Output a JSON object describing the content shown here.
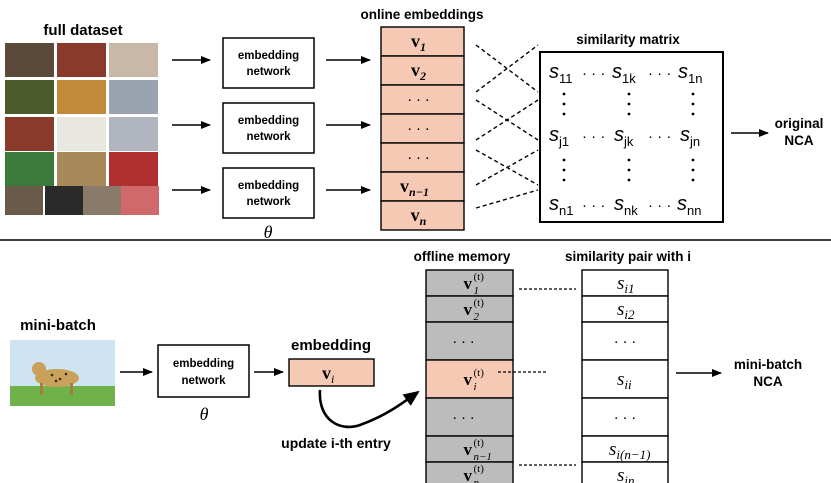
{
  "colors": {
    "embedding_fill": "#f5c9b3",
    "memory_fill": "#bcbcbc",
    "highlight_fill": "#f5c9b3",
    "stroke": "#000000"
  },
  "top": {
    "dataset_label": "full dataset",
    "network_label_line1": "embedding",
    "network_label_line2": "network",
    "theta": "θ",
    "online_title": "online embeddings",
    "online_rows": [
      "v",
      "v",
      "· · ·",
      "· · ·",
      "· · ·",
      "v",
      "v"
    ],
    "online_subs": [
      "1",
      "2",
      "",
      "",
      "",
      "n−1",
      "n"
    ],
    "similarity_title": "similarity matrix",
    "matrix": {
      "r1": [
        "s",
        "11",
        "· · ·",
        "s",
        "1k",
        "· · ·",
        "s",
        "1n"
      ],
      "r2": [
        "s",
        "j1",
        "· · ·",
        "s",
        "jk",
        "· · ·",
        "s",
        "jn"
      ],
      "r3": [
        "s",
        "n1",
        "· · ·",
        "s",
        "nk",
        "· · ·",
        "s",
        "nn"
      ]
    },
    "output_line1": "original",
    "output_line2": "NCA"
  },
  "bottom": {
    "minibatch_label": "mini-batch",
    "network_label_line1": "embedding",
    "network_label_line2": "network",
    "theta": "θ",
    "embedding_title": "embedding",
    "embedding_symbol": "v",
    "embedding_sub": "i",
    "update_label": "update i-th entry",
    "memory_title": "offline memory",
    "memory_rows": [
      {
        "sym": "v",
        "sup": "(t)",
        "sub": "1"
      },
      {
        "sym": "v",
        "sup": "(t)",
        "sub": "2"
      },
      {
        "sym": "· · ·",
        "sup": "",
        "sub": ""
      },
      {
        "sym": "v",
        "sup": "(t)",
        "sub": "i"
      },
      {
        "sym": "· · ·",
        "sup": "",
        "sub": ""
      },
      {
        "sym": "v",
        "sup": "(t)",
        "sub": "n−1"
      },
      {
        "sym": "v",
        "sup": "(t)",
        "sub": "n"
      }
    ],
    "pair_title": "similarity pair with i",
    "pair_rows": [
      {
        "sym": "s",
        "sub": "i1"
      },
      {
        "sym": "s",
        "sub": "i2"
      },
      {
        "sym": "· · ·",
        "sub": ""
      },
      {
        "sym": "s",
        "sub": "ii"
      },
      {
        "sym": "· · ·",
        "sub": ""
      },
      {
        "sym": "s",
        "sub": "i(n−1)"
      },
      {
        "sym": "s",
        "sub": "in"
      }
    ],
    "output_line1": "mini-batch",
    "output_line2": "NCA"
  },
  "dataset_thumbnails": [
    "#5b4a3a",
    "#8a3a2a",
    "#c9b7a8",
    "#4a5a2a",
    "#c08a3a",
    "#9aa3b0",
    "#8a3a2a",
    "#e8e8e0",
    "#b0b5c0",
    "#3a7a3a",
    "#a88a5a",
    "#b03030",
    "#6a5a4a",
    "#2a2a2a",
    "#8a7a6a",
    "#d06a6a"
  ],
  "minibatch_image": {
    "sky": "#cfe4f2",
    "grass": "#6fb24a",
    "animal": "#c9a15a"
  }
}
